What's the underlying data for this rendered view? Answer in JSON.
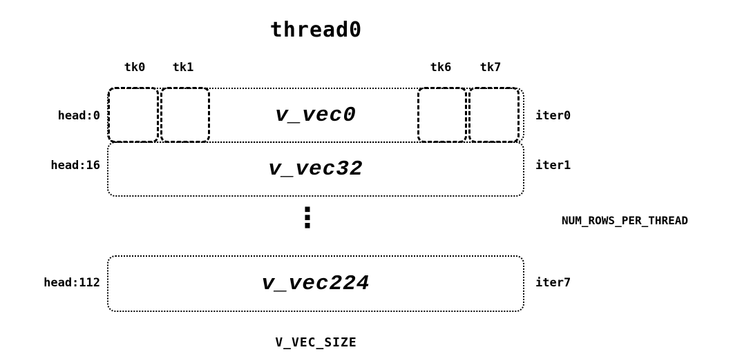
{
  "diagram": {
    "title": "thread0",
    "ticks": [
      "tk0",
      "tk1",
      "tk6",
      "tk7"
    ],
    "rows": [
      {
        "head": "head:0",
        "vec": "v_vec0",
        "iter": "iter0"
      },
      {
        "head": "head:16",
        "vec": "v_vec32",
        "iter": "iter1"
      },
      {
        "head": "head:112",
        "vec": "v_vec224",
        "iter": "iter7"
      }
    ],
    "ellipsis": "⋮",
    "right_label": "NUM_ROWS_PER_THREAD",
    "bottom_label": "V_VEC_SIZE"
  }
}
